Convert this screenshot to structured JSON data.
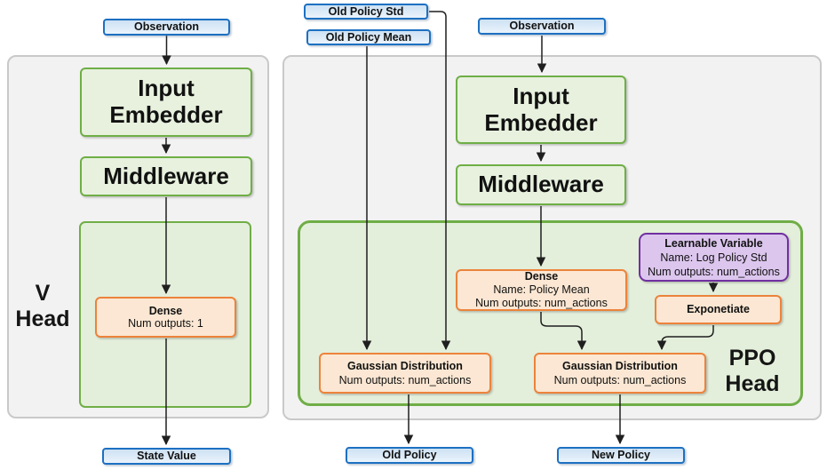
{
  "colors": {
    "blue_border": "#1d70c2",
    "blue_fill": "#ddebf8",
    "green_border": "#6fae46",
    "green_fill": "#e7f1de",
    "orange_border": "#ec833b",
    "orange_fill": "#fbe7d3",
    "purple_border": "#7030a0",
    "purple_fill": "#dcc6ee",
    "panel_fill": "#f2f2f2",
    "panel_border": "#c9c9c9",
    "wire": "#1f1f1f"
  },
  "io_nodes": {
    "observation_left": "Observation",
    "old_policy_std": "Old Policy Std",
    "old_policy_mean": "Old Policy Mean",
    "observation_right": "Observation",
    "state_value": "State Value",
    "old_policy": "Old Policy",
    "new_policy": "New Policy"
  },
  "v_head": {
    "title_line1": "V",
    "title_line2": "Head",
    "input_embedder": "Input Embedder",
    "middleware": "Middleware",
    "dense": {
      "title": "Dense",
      "outputs": "Num outputs: 1"
    }
  },
  "ppo_head": {
    "title_line1": "PPO",
    "title_line2": "Head",
    "input_embedder": "Input Embedder",
    "middleware": "Middleware",
    "dense": {
      "title": "Dense",
      "name": "Name: Policy Mean",
      "outputs": "Num outputs: num_actions"
    },
    "learnable_variable": {
      "title": "Learnable Variable",
      "name": "Name: Log Policy Std",
      "outputs": "Num outputs: num_actions"
    },
    "exponetiate": "Exponetiate",
    "gaussian_old": {
      "title": "Gaussian Distribution",
      "outputs": "Num outputs: num_actions"
    },
    "gaussian_new": {
      "title": "Gaussian Distribution",
      "outputs": "Num outputs: num_actions"
    }
  },
  "edges": [
    {
      "from": "observation_left",
      "to": "v_head.input_embedder"
    },
    {
      "from": "v_head.input_embedder",
      "to": "v_head.middleware"
    },
    {
      "from": "v_head.middleware",
      "to": "v_head.dense"
    },
    {
      "from": "v_head.dense",
      "to": "state_value"
    },
    {
      "from": "observation_right",
      "to": "ppo_head.input_embedder"
    },
    {
      "from": "ppo_head.input_embedder",
      "to": "ppo_head.middleware"
    },
    {
      "from": "ppo_head.middleware",
      "to": "ppo_head.dense"
    },
    {
      "from": "ppo_head.dense",
      "to": "ppo_head.gaussian_new"
    },
    {
      "from": "ppo_head.learnable_variable",
      "to": "ppo_head.exponetiate"
    },
    {
      "from": "ppo_head.exponetiate",
      "to": "ppo_head.gaussian_new"
    },
    {
      "from": "old_policy_std",
      "to": "ppo_head.gaussian_old"
    },
    {
      "from": "old_policy_mean",
      "to": "ppo_head.gaussian_old"
    },
    {
      "from": "ppo_head.gaussian_old",
      "to": "old_policy"
    },
    {
      "from": "ppo_head.gaussian_new",
      "to": "new_policy"
    }
  ]
}
